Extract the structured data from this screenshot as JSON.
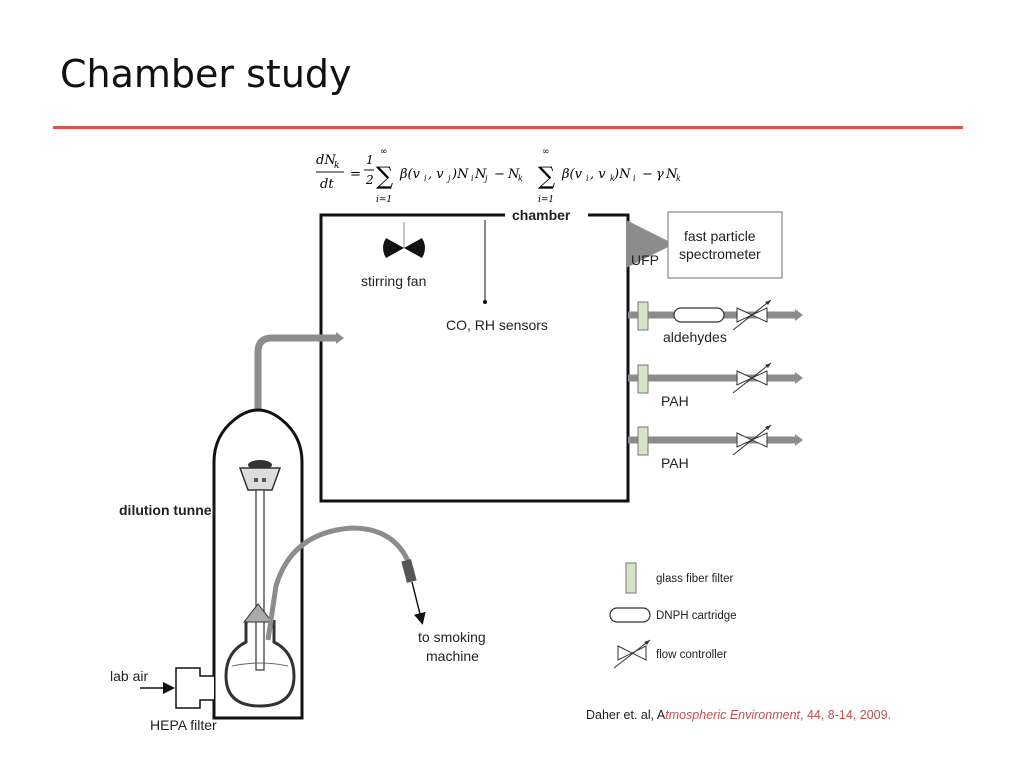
{
  "slide": {
    "title": "Chamber study"
  },
  "equation": {
    "text": "dN_k/dt = 1/2 Σ_{i=1}^{∞} β(v_i, v_j)N_iN_j − N_k Σ_{i=1}^{∞} β(v_i, v_k)N_i − γN_k"
  },
  "labels": {
    "chamber": "chamber",
    "fast_particle_line1": "fast particle",
    "fast_particle_line2": "spectrometer",
    "ufp": "UFP",
    "stirring_fan": "stirring fan",
    "co_rh_sensors": "CO, RH sensors",
    "aldehydes": "aldehydes",
    "pah_1": "PAH",
    "pah_2": "PAH",
    "dilution_tunnel": "dilution tunnel",
    "to_smoking_line1": "to smoking",
    "to_smoking_line2": "machine",
    "lab_air": "lab air",
    "hepa_filter": "HEPA filter"
  },
  "legend": {
    "glass_fiber_filter": "glass fiber filter",
    "dnph_cartridge": "DNPH cartridge",
    "flow_controller": "flow controller"
  },
  "citation": {
    "authors": "Daher et. al, A",
    "journal": "tmospheric Environment",
    "details": ", 44, 8-14, 2009."
  },
  "colors": {
    "accent_rule": "#d9534f",
    "citation_red": "#c0504d",
    "filter_green": "#d6e3c4",
    "tube_gray": "#8c8c8c"
  }
}
